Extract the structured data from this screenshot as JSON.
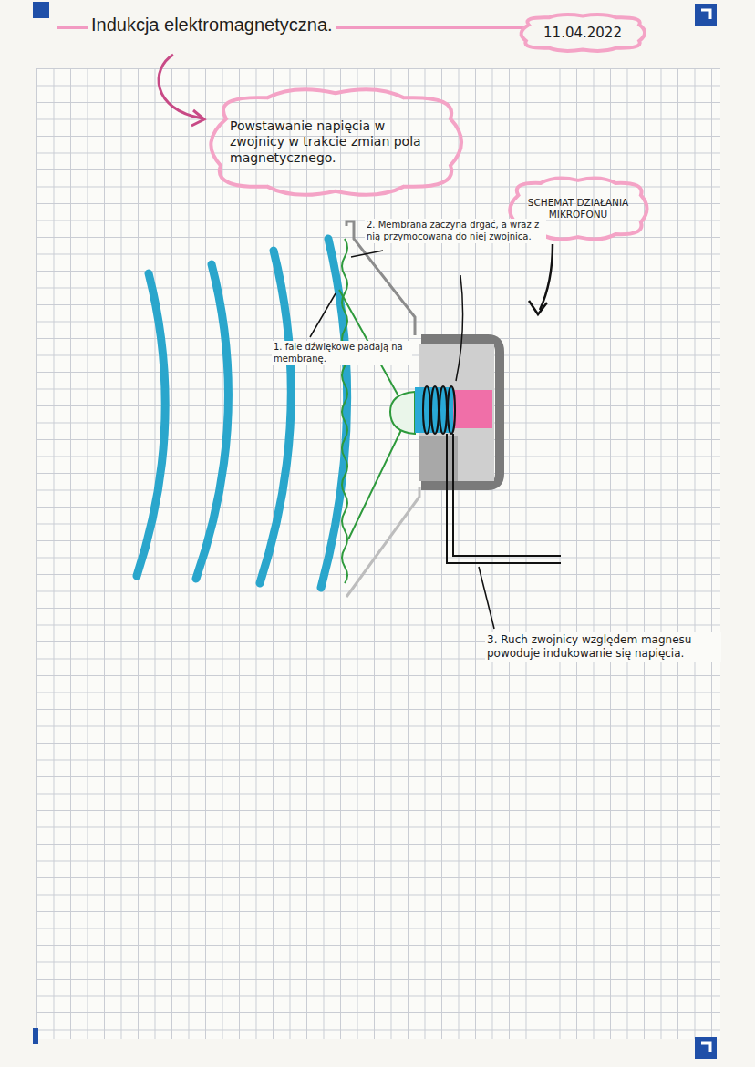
{
  "diagram": {
    "title": "Indukcja elektromagnetyczna.",
    "nodes": [
      {
        "text": [
          "11.04.2022"
        ]
      },
      {
        "text": [
          "Powstawanie napięcia w zwojnicy w trakcie zmian pola magnetycznego."
        ]
      },
      {
        "text": [
          "SCHEMAT DZIAŁANIA MIKROFONU"
        ]
      }
    ],
    "labels": [
      "2. Membrana zaczyna drgać, a wraz z nią przymocowana do niej zwojnica.",
      "1. fale dźwiękowe padają na membranę.",
      "3. Ruch zwojnicy względem magnesu powoduje indukowanie się napięcia."
    ]
  }
}
